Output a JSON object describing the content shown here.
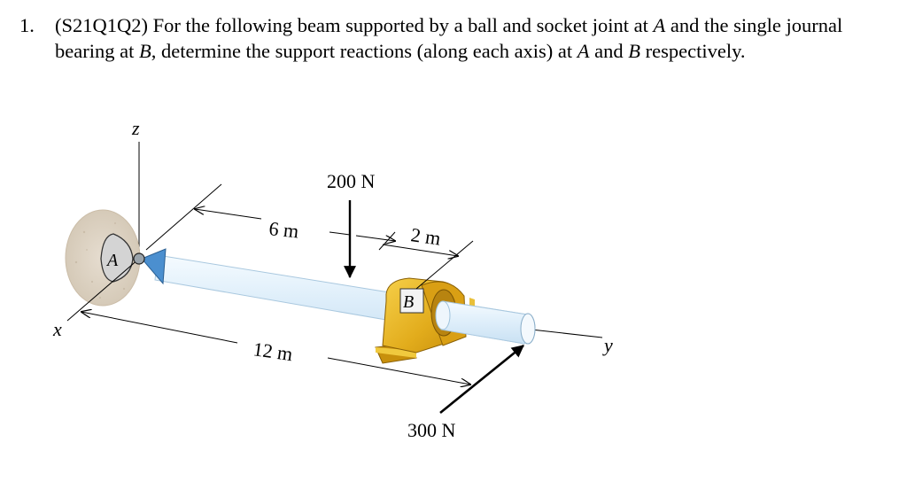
{
  "problem": {
    "number": "1.",
    "code": "(S21Q1Q2)",
    "text_1": " For the following beam supported by a ball and socket joint at ",
    "point_a": "A",
    "text_2": " and the single journal bearing at ",
    "point_b": "B",
    "text_3": ", determine the support reactions (along each axis) at ",
    "text_4": " and ",
    "text_5": " respectively."
  },
  "figure": {
    "axis_z": "z",
    "axis_x": "x",
    "axis_y": "y",
    "support_a_label": "A",
    "bearing_b_label": "B",
    "force_vertical": "200 N",
    "force_horizontal": "300 N",
    "dim_6m": "6 m",
    "dim_2m": "2 m",
    "dim_12m": "12 m",
    "colors": {
      "shaft": "#e4f1fb",
      "shaft_edge": "#9fc3dc",
      "bearing": "#e8b824",
      "bearing_dark": "#b88a10",
      "wall": "#ddd3c4",
      "socket": "#4b8fcf"
    }
  }
}
